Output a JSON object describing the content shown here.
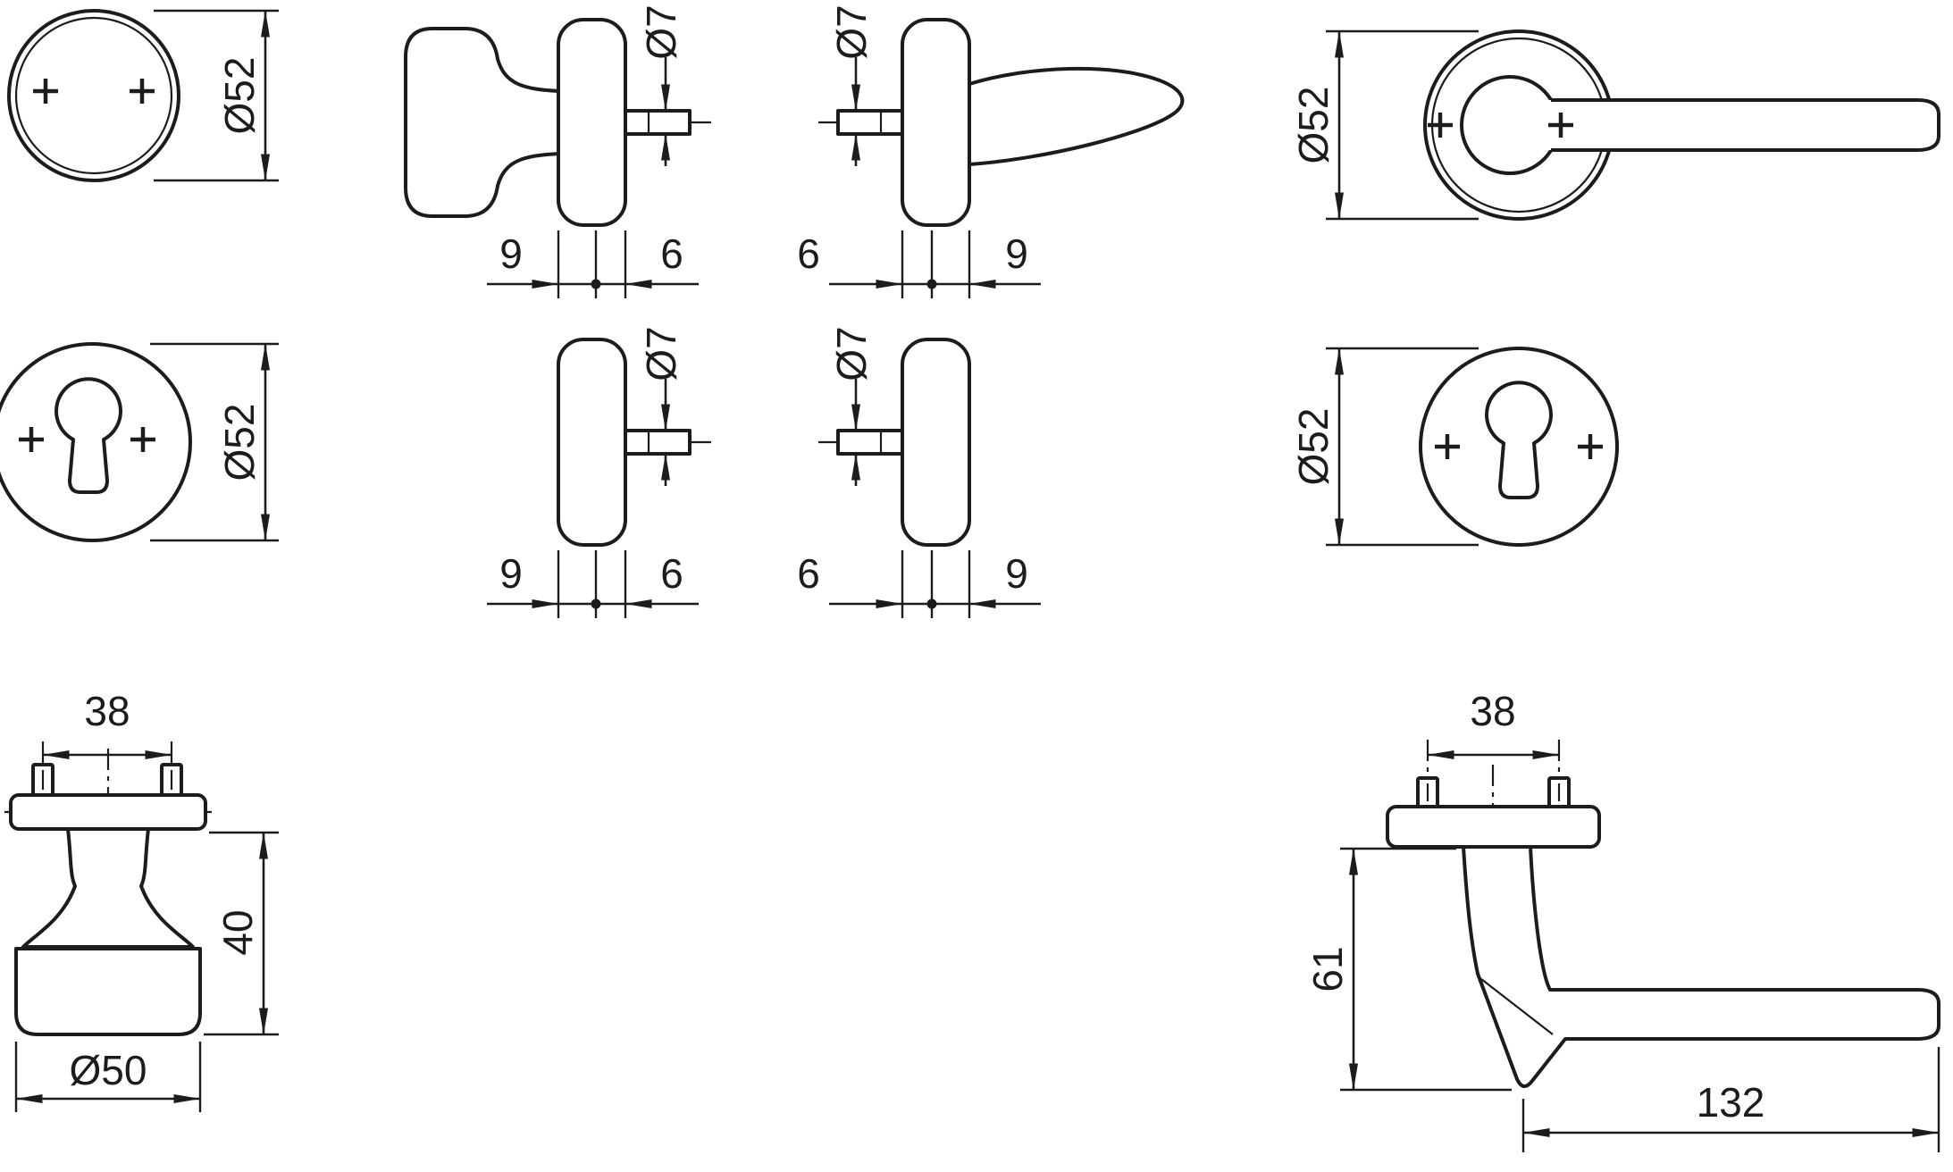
{
  "drawing": {
    "background_color": "#ffffff",
    "line_color": "#1c1c1c",
    "views": {
      "rose_blank_front": {
        "diameter": "Ø52"
      },
      "rose_cylinder_front_left": {
        "diameter": "Ø52"
      },
      "knob_elevation": {
        "screw_spacing": "38",
        "height": "40",
        "base_diameter": "Ø50"
      },
      "knob_rose_profile": {
        "spindle_diameter": "Ø7",
        "front_depth": "9",
        "back_depth": "6"
      },
      "lever_rose_profile": {
        "spindle_diameter": "Ø7",
        "back_depth": "6",
        "front_depth": "9"
      },
      "rose_profile_left": {
        "spindle_diameter": "Ø7",
        "front_depth": "9",
        "back_depth": "6"
      },
      "rose_profile_right": {
        "spindle_diameter": "Ø7",
        "back_depth": "6",
        "front_depth": "9"
      },
      "lever_front": {
        "diameter": "Ø52"
      },
      "rose_cylinder_front_right": {
        "diameter": "Ø52"
      },
      "lever_elevation": {
        "screw_spacing": "38",
        "height": "61",
        "grip_length": "132"
      }
    }
  }
}
